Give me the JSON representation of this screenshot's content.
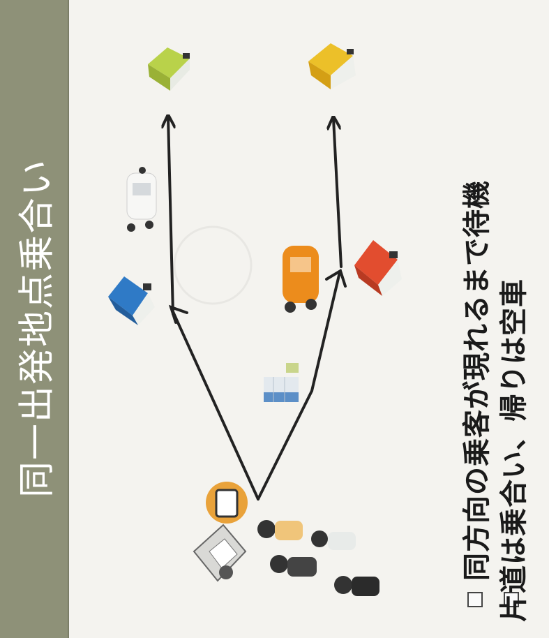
{
  "slide": {
    "title": "同一出発地点乗合い",
    "bullets": [
      "同方向の乗客が現れるまで待機",
      "片道は乗合い、帰りは空車"
    ]
  },
  "colors": {
    "title_band": "#8e9178",
    "arrow": "#222222",
    "house_green": "#a8c23a",
    "house_yellow": "#e2b21e",
    "house_blue": "#2e77c0",
    "house_red": "#e0492c",
    "car_orange": "#e98a1a"
  },
  "icons": [
    "house-green-icon",
    "house-yellow-icon",
    "house-blue-icon",
    "house-red-icon",
    "car-orange-icon",
    "car-white-icon",
    "building-icon",
    "station-icon",
    "smartphone-icon",
    "people-group-icon"
  ]
}
